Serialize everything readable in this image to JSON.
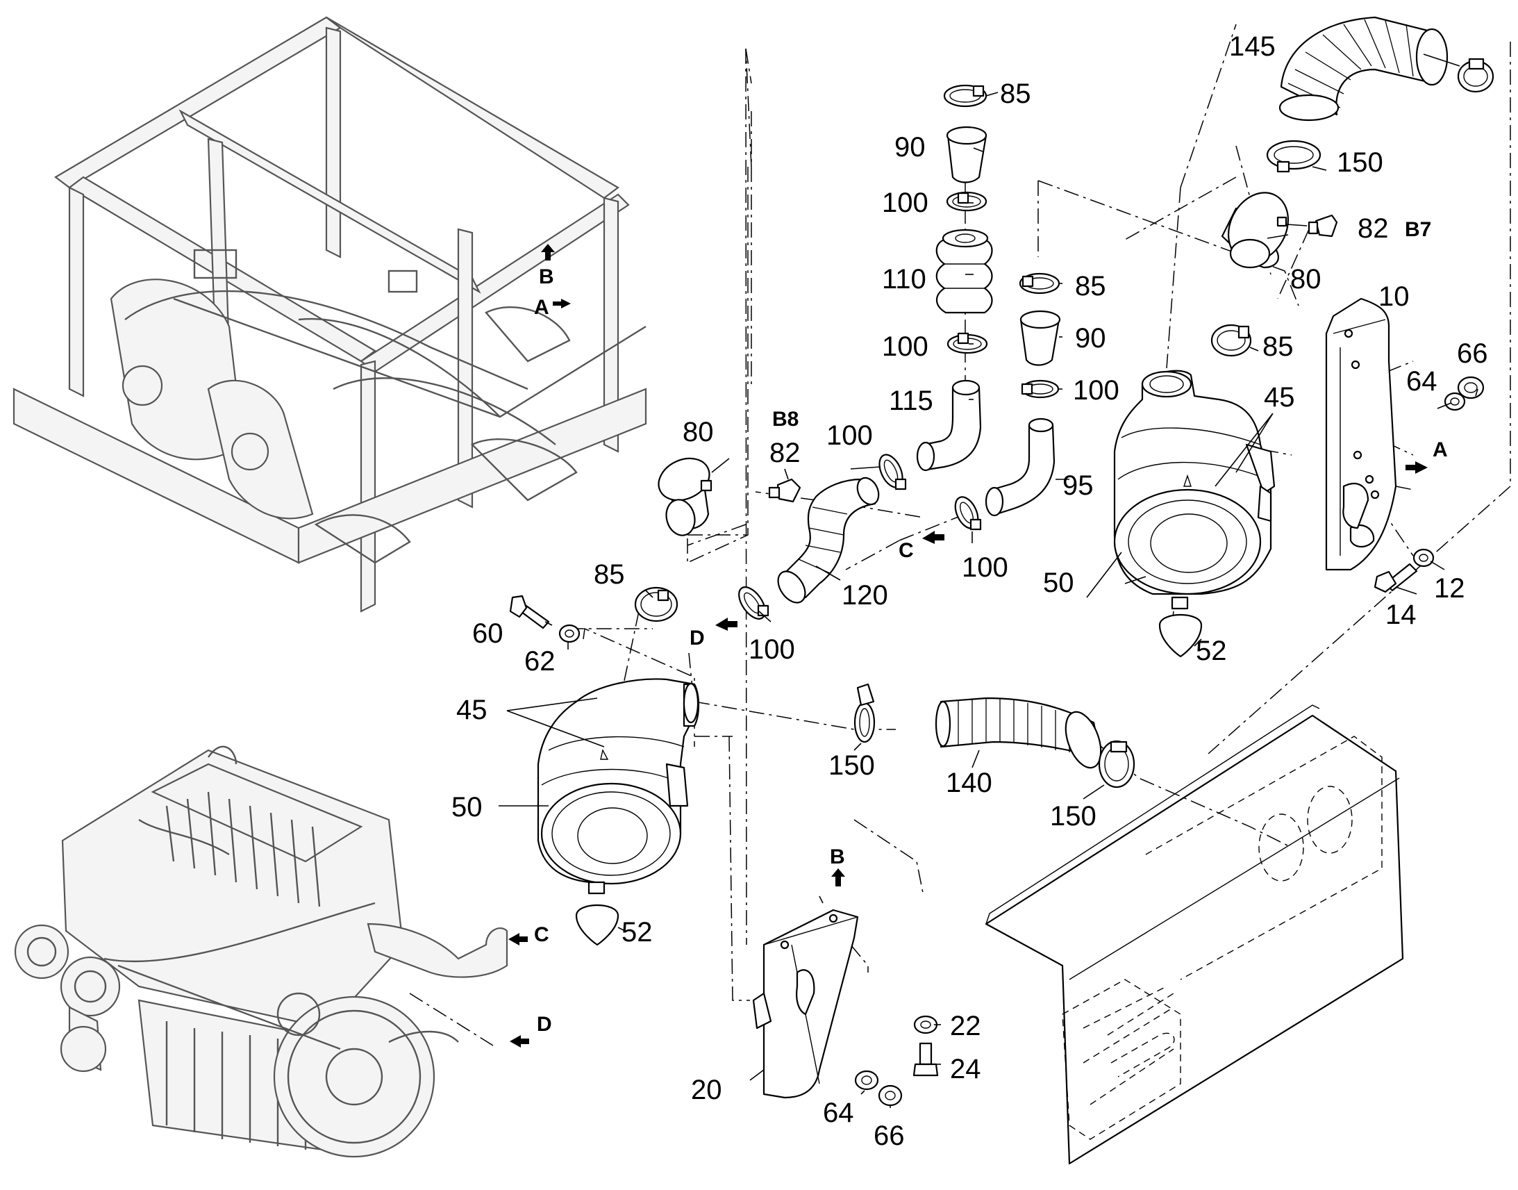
{
  "callouts": {
    "c145": "145",
    "c85_top": "85",
    "c90_top": "90",
    "c100_top": "100",
    "c110": "110",
    "c100_mid": "100",
    "c115": "115",
    "c85_right": "85",
    "c90_right": "90",
    "c100_right": "100",
    "c95": "95",
    "c100_c": "100",
    "c150_top": "150",
    "c82_b7": "82",
    "c80_right": "80",
    "c85_rfilter": "85",
    "c45_right": "45",
    "c10": "10",
    "c66_right": "66",
    "c64_right": "64",
    "c50_right": "50",
    "c52_right": "52",
    "c12": "12",
    "c14": "14",
    "c80_left": "80",
    "c82_b8": "82",
    "c100_hose": "100",
    "c120": "120",
    "c100_d": "100",
    "c85_left": "85",
    "c60": "60",
    "c62": "62",
    "c45_left": "45",
    "c50_left": "50",
    "c52_left": "52",
    "c150_mid": "150",
    "c140": "140",
    "c150_low": "150",
    "c20": "20",
    "c22": "22",
    "c24": "24",
    "c64_low": "64",
    "c66_low": "66"
  },
  "refs": {
    "b7": "B7",
    "b8": "B8",
    "frame_b": "B",
    "frame_a": "A",
    "bracket_a": "A",
    "bracket_b": "B",
    "conn_c_top": "C",
    "conn_d_top": "D",
    "engine_c": "C",
    "engine_d": "D"
  }
}
